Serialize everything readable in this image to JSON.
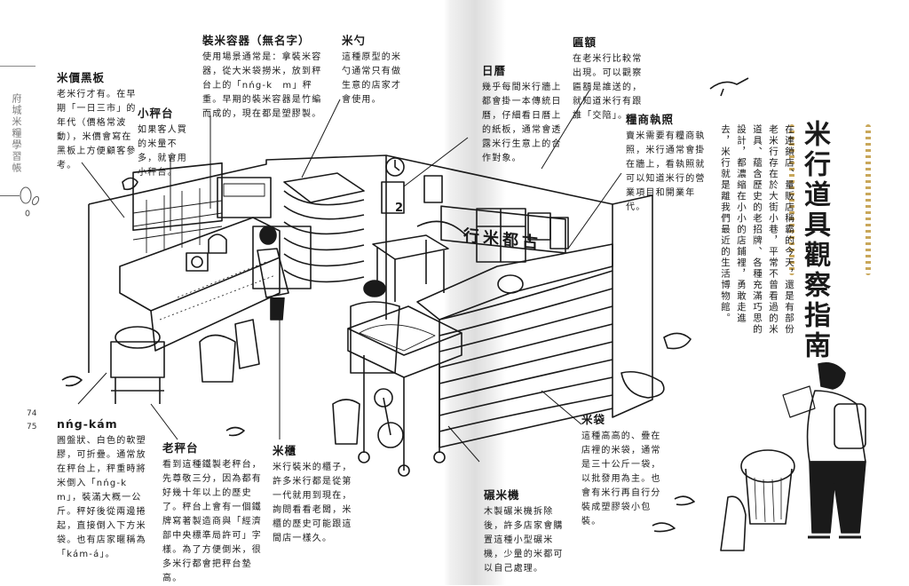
{
  "book": {
    "running_head": "府城米糧學習帳",
    "page_numbers": [
      "74",
      "75"
    ]
  },
  "title": {
    "main": "米行道具觀察指南",
    "intro": "在連鎖店、量販店稱霸的今天，還是有部份老米行存在於大街小巷，平常不曾看過的米道具、蘊含歷史的老招牌、各種充滿巧思的設計，都濃縮在小小的店鋪裡，勇敢走進去，米行就是離我們最近的生活博物館。"
  },
  "labels": [
    {
      "id": "blackboard",
      "title": "米價黑板",
      "body": "老米行才有。在早期「一日三市」的年代（價格常波動），米價會寫在黑板上方便顧客參考。"
    },
    {
      "id": "small-scale",
      "title": "小秤台",
      "body": "如果客人買的米量不多，就會用小秤台。"
    },
    {
      "id": "container",
      "title": "裝米容器（無名字）",
      "body": "使用場景通常是：拿裝米容器，從大米袋撈米，放到秤台上的「nńg-k　m」秤重。早期的裝米容器是竹編而成的，現在都是塑膠製。"
    },
    {
      "id": "scoop",
      "title": "米勺",
      "body": "這種原型的米勺通常只有做生意的店家才會使用。"
    },
    {
      "id": "calendar",
      "title": "日曆",
      "body": "幾乎每間米行牆上都會掛一本傳統日曆，仔細看日曆上的紙板，通常會透露米行生意上的合作對象。"
    },
    {
      "id": "plaque",
      "title": "匾額",
      "body": "在老米行比較常出現。可以觀察匾額是誰送的，就知道米行有跟誰「交陪」。"
    },
    {
      "id": "license",
      "title": "糧商執照",
      "body": "賣米需要有糧商執照，米行通常會掛在牆上，看執照就可以知道米行的營業項目和開業年代。"
    },
    {
      "id": "nng-kam",
      "title": "nńg-kám",
      "body": "圓盤狀、白色的軟塑膠，可折疊。通常放在秤台上，秤重時將米倒入「nńg-k　m」，裝滿大概一公斤。秤好後從兩邊捲起，直接倒入下方米袋。也有店家暱稱為「kám-á」。"
    },
    {
      "id": "old-scale",
      "title": "老秤台",
      "body": "看到這種鐵製老秤台，先尊敬三分，因為都有好幾十年以上的歷史了。秤台上會有一個鐵牌寫著製造商與「經濟部中央標準局許可」字樣。為了方便倒米，很多米行都會把秤台墊高。"
    },
    {
      "id": "rice-bin",
      "title": "米櫃",
      "body": "米行裝米的櫃子，許多米行都是從第一代就用到現在，詢問看看老闆，米櫃的歷史可能跟這間店一樣久。"
    },
    {
      "id": "mill",
      "title": "碾米機",
      "body": "木製碾米機拆除後，許多店家會購置這種小型碾米機，少量的米都可以自己處理。"
    },
    {
      "id": "rice-bag",
      "title": "米袋",
      "body": "這種高高的、疊在店裡的米袋，通常是三十公斤一袋，以批發用為主。也會有米行再自行分裝成塑膠袋小包裝。"
    }
  ],
  "illustration": {
    "shop_sign": "行米都古",
    "calendar_day": "2"
  },
  "colors": {
    "ink": "#1a1a1a",
    "gold_chain": "#c9a75a",
    "gutter": "#dedede"
  }
}
